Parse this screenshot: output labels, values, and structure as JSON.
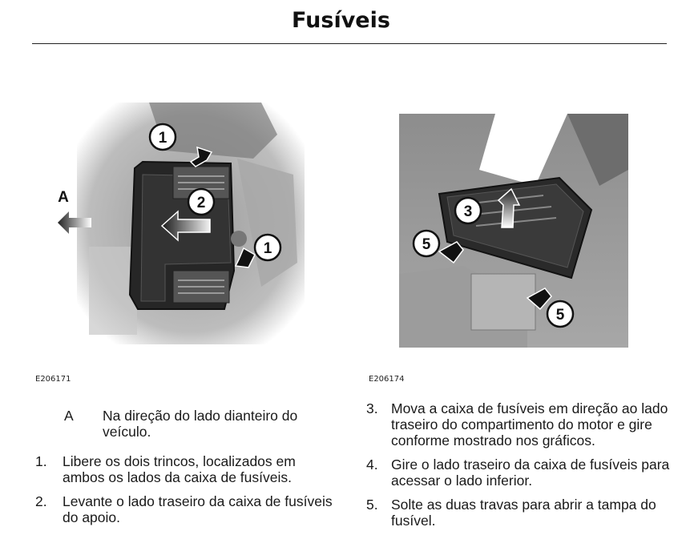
{
  "page_title": "Fusíveis",
  "figures": [
    {
      "code": "E206171",
      "callouts": [
        "1",
        "2",
        "1"
      ],
      "direction_letter": "A"
    },
    {
      "code": "E206174",
      "callouts": [
        "3",
        "5",
        "5"
      ]
    }
  ],
  "legend": {
    "key": "A",
    "text": "Na direção do lado dianteiro do veículo."
  },
  "steps_left": [
    {
      "num": "1.",
      "text": "Libere os dois trincos, localizados em ambos os lados da caixa de fusíveis."
    },
    {
      "num": "2.",
      "text": "Levante o lado traseiro da caixa de fusíveis do apoio."
    }
  ],
  "steps_right": [
    {
      "num": "3.",
      "text": "Mova a caixa de fusíveis em direção ao lado traseiro do compartimento do motor e gire conforme mostrado nos gráficos."
    },
    {
      "num": "4.",
      "text": "Gire o lado traseiro da caixa de fusíveis para acessar o lado inferior."
    },
    {
      "num": "5.",
      "text": "Solte as duas travas para abrir a tampa do fusível."
    }
  ]
}
